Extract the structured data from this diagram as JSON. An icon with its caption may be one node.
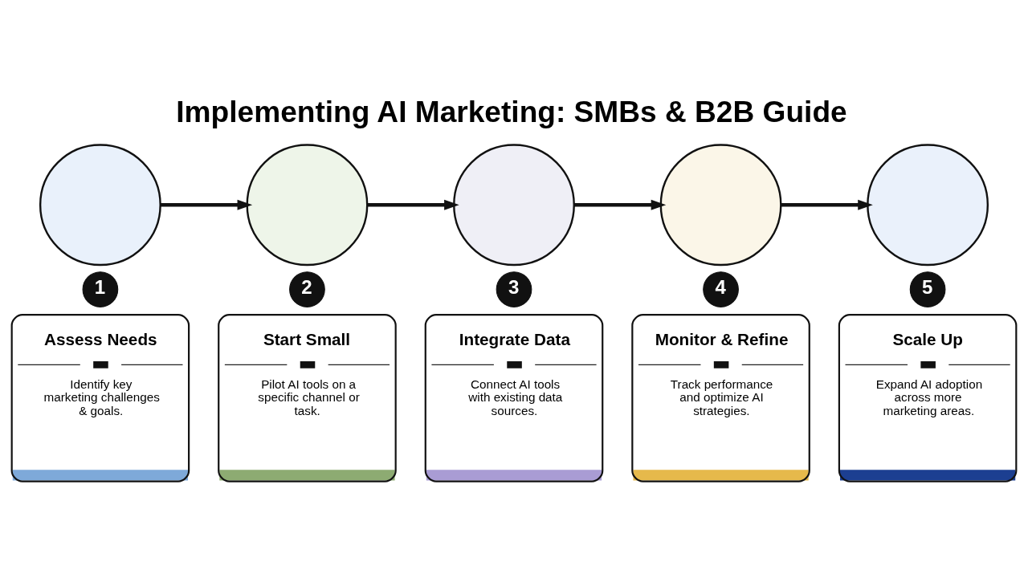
{
  "diagram": {
    "title": "Implementing AI Marketing: SMBs & B2B Guide",
    "nodes": [
      {
        "text": [],
        "shape": "circle"
      },
      {
        "text": [
          "1"
        ]
      },
      {
        "text": [
          "Assess Needs",
          "Identify key marketing challenges & goals."
        ]
      },
      {
        "text": [],
        "shape": "circle"
      },
      {
        "text": [
          "2"
        ]
      },
      {
        "text": [
          "Start Small",
          "Pilot AI tools on a specific channel or task."
        ]
      },
      {
        "text": [],
        "shape": "circle"
      },
      {
        "text": [
          "3"
        ]
      },
      {
        "text": [
          "Integrate Data",
          "Connect AI tools with existing data sources."
        ]
      },
      {
        "text": [],
        "shape": "circle"
      },
      {
        "text": [
          "4"
        ]
      },
      {
        "text": [
          "Monitor & Refine",
          "Track performance and optimize AI strategies."
        ]
      },
      {
        "text": [],
        "shape": "circle"
      },
      {
        "text": [
          "5"
        ]
      },
      {
        "text": [
          "Scale Up",
          "Expand AI adoption across more marketing areas."
        ]
      }
    ],
    "edges": [
      {
        "from": 0,
        "to": 3,
        "arrow": "to"
      },
      {
        "from": 3,
        "to": 6,
        "arrow": "to"
      },
      {
        "from": 6,
        "to": 9,
        "arrow": "to"
      },
      {
        "from": 9,
        "to": 12,
        "arrow": "to"
      }
    ]
  }
}
